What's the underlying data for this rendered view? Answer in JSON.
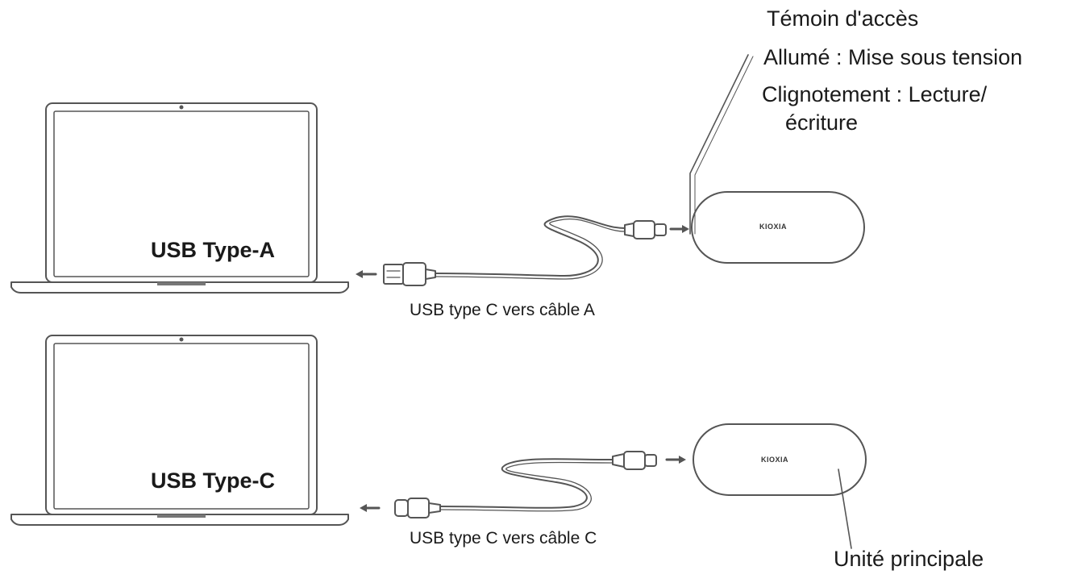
{
  "diagram": {
    "access_led": {
      "title": "Témoin d'accès",
      "on": "Allumé : Mise sous tension",
      "blink": "Clignotement : Lecture/",
      "blink_cont": "écriture"
    },
    "laptop_a": {
      "port_label": "USB Type-A"
    },
    "laptop_c": {
      "port_label": "USB Type-C"
    },
    "cable_a": {
      "label": "USB type C vers câble A"
    },
    "cable_c": {
      "label": "USB type C vers câble C"
    },
    "main_unit": {
      "label": "Unité principale",
      "brand": "KIOXIA"
    },
    "colors": {
      "line": "#555555",
      "text": "#1a1a1a",
      "background": "#ffffff"
    },
    "icons": [
      "laptop-icon",
      "usb-a-plug-icon",
      "usb-c-plug-icon",
      "arrow-left-icon",
      "arrow-right-icon",
      "drive-icon"
    ]
  }
}
